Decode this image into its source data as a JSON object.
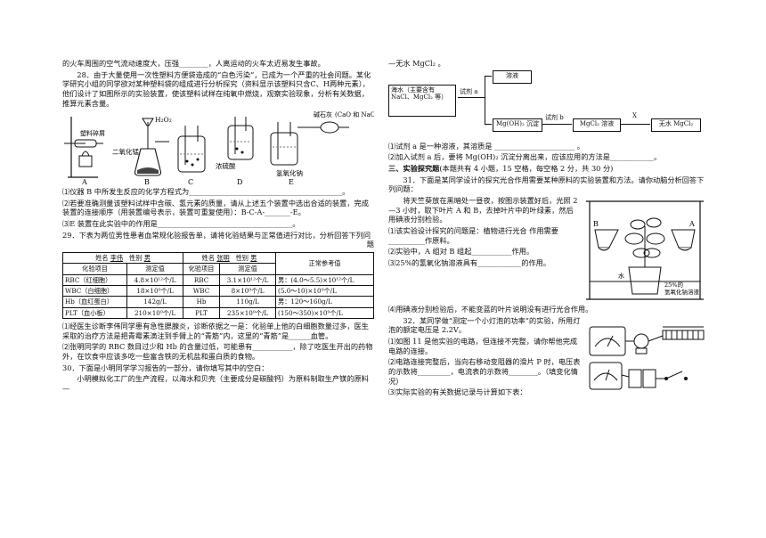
{
  "left": {
    "q27_tail": "的火车周围的空气流动速度大，压强________，人离运动的火车太近易发生事故。",
    "q28_text": "28．由于大量使用一次性塑料方便袋造成的“白色污染”，已成为一个严重的社会问题。某化学研究小组的同学欲对某种塑料袋的组成进行分析探究（资料显示该塑料只含C、H两种元素），他们设计了如图所示的实验装置，使该塑料试样在纯氧中燃烧，观察实验现象，分析有关数据，推算元素含量。",
    "apparatus": {
      "h2o2": "H₂O₂",
      "mno2": "二氧化锰",
      "sample": "塑料碎屑",
      "conc_acid": "浓硫酸",
      "naoh": "氢氧化钠",
      "lime": "碱石灰",
      "lime_note": "(CaO 和 NaOH)",
      "labels": [
        "A",
        "B",
        "C",
        "D",
        "E"
      ]
    },
    "q28_1": "⑴仪器 B 中所发生反应的化学方程式为__________________________________________。",
    "q28_2": "⑵若要准确测量该塑料试样中含碳、氢元素的质量，请从上述五个装置中选出合适的装置，完成装置的连接顺序（用装置编号表示，装置可重复使用）：B-C-A-_______-E。",
    "q28_3": "⑶E 装置在此实验中的作用是_____________________________________。",
    "q29_text": "29．下表为两位男性患者血常规化验报告单，请将化验结果与正常值进行对比，分析回答下列问",
    "q29_text2": "题",
    "table": {
      "name1_label": "姓名",
      "name1": "李伟",
      "sex1_label": "性别",
      "sex1": "男",
      "name2_label": "姓名",
      "name2": "张明",
      "sex2_label": "性别",
      "sex2": "男",
      "col_item": "化验项目",
      "col_value": "测定值",
      "col_normal": "正常参考值",
      "rows": [
        {
          "item1": "RBC（红细胞）",
          "v1": "4.8×10¹²个/L",
          "item2": "RBC",
          "v2": "3.1×10¹²个/L",
          "normal": "男：(4.0～5.5)×10¹²个/L"
        },
        {
          "item1": "WBC（白细胞）",
          "v1": "18×10⁹个/L",
          "item2": "WBC",
          "v2": "8×10⁹个/L",
          "normal": "(5.0～10)×10⁹个/L"
        },
        {
          "item1": "Hb（血红蛋白）",
          "v1": "142g/L",
          "item2": "Hb",
          "v2": "110g/L",
          "normal": "男：120～160g/L"
        },
        {
          "item1": "PLT（血小板）",
          "v1": "210×10⁹个/L",
          "item2": "PLT",
          "v2": "235×10⁹个/L",
          "normal": "(150～350)×10⁹个/L"
        }
      ]
    },
    "q29_1": "⑴经医生诊断李伟同学患有急性腮腺炎，诊断依据之一是：化验单上他的白细胞数量过多，医生采取的治疗方法是把青霉素滴注到手臂上的“青筋”内，这里的“青筋”是______血管。",
    "q29_2": "⑵张明同学的 RBC 数目过少和 Hb 的含量过低，可能患有___________，除了吃医生开出的药物外，在饮食中应该多吃一些富含铁的无机盐和蛋白质的食物。",
    "q30_text": "30．下面是小明同学学习报告的一部分，请你填写其中的空白：",
    "q30_text2": "小明模拟化工厂的生产流程，以海水和贝壳（主要成分是碳酸钙）为原料制取生产镁的原料—"
  },
  "right": {
    "q30_cont": "—无水 MgCl₂ 。",
    "flow": {
      "seawater": "海水（主要含有 NaCl、MgCl₂ 等）",
      "reagent_a": "试剂 a",
      "solution": "溶液",
      "mgoh2": "Mg(OH)₂ 沉淀",
      "reagent_b": "试剂 b",
      "mgcl2_sol": "MgCl₂ 溶液",
      "x": "X",
      "anhydrous": "无水 MgCl₂"
    },
    "q30_1": "⑴试剂 a 是一种溶液，其溶质是 ______________________ 。",
    "q30_2": "⑵加入试剂 a 后，要将 Mg(OH)₂ 沉淀分离出来，应该应用的方法是____________。",
    "section3": "三、实验探究题",
    "section3_note": "(本题共有 4 小题，15 空格，每空格 2 分，共 30 分)",
    "q31_text": "31．下面是某同学设计的探究光合作用需要某种原料的实验装置和方法。请你动脑分析回答下列问题：",
    "q31_p1": "将天竺葵放在黑暗处一昼夜，按图示装置好后，光照 2—3 小时，取下叶片 A 和 B，去掉叶片中的叶绿素，然后用碘液分别检验。",
    "q31_1": "⑴该实验设计探究的问题是：植物进行光合      作用需要__________作原料。",
    "q31_2": "⑵实验中，A 组对 B 组起___________作用。",
    "q31_3": "⑶25%的氢氧化钠溶液具有____________的作用。",
    "q31_4": "⑷用碘液分别检验后，不能变蓝的叶片说明没有进行光合作用。",
    "plant_fig": {
      "a": "A",
      "b": "B",
      "water": "水",
      "naoh_label1": "25%的",
      "naoh_label2": "氢氧化钠溶液"
    },
    "q32_text": "32．某同学做“测定一个小灯泡的功率”的实验，所用灯泡的额定电压是 2.2V。",
    "q32_1": "⑴如图 11 是他实验的电路，但连接不完整，请你帮他完成电路的连接。",
    "q32_2": "⑵电路连接完整后，当向右移动变阻器的滑片 P 时，电压表的示数将_________，电流表的示数将________。（填变化情况）",
    "q32_3": "⑶实际实验的有关数据记录与计算如下表："
  }
}
